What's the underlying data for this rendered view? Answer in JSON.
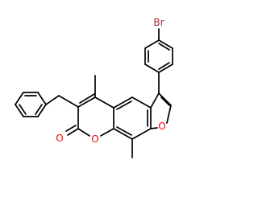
{
  "molecule": {
    "atom_labels": [
      {
        "id": "br",
        "text": "Br",
        "color": "#a52a2a"
      },
      {
        "id": "o-carbonyl",
        "text": "O",
        "color": "#ff0000"
      },
      {
        "id": "o-lactone",
        "text": "O",
        "color": "#ff0000"
      },
      {
        "id": "o-furan",
        "text": "O",
        "color": "#ff0000"
      }
    ]
  }
}
